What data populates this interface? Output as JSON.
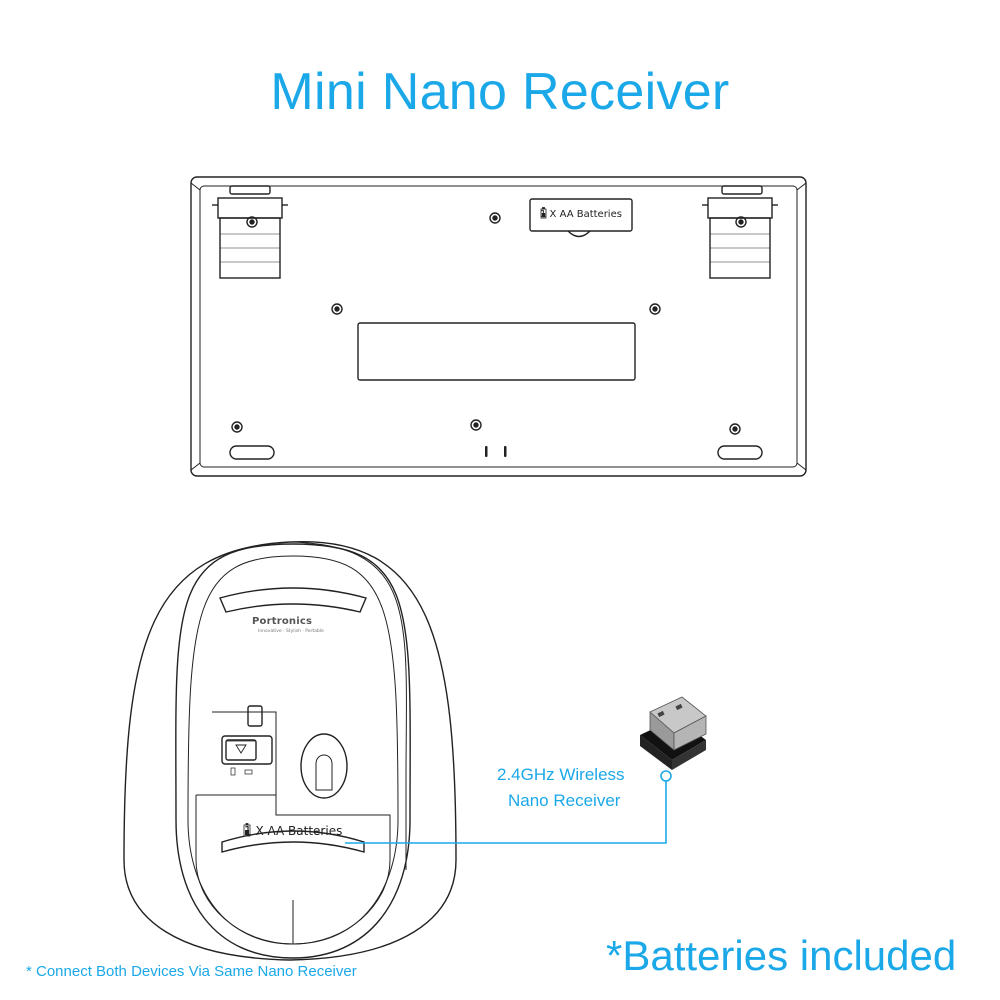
{
  "title": "Mini Nano Receiver",
  "keyboard": {
    "battery_label": "1 X AA Batteries",
    "battery_icon": "battery-icon"
  },
  "mouse": {
    "brand": "Portronics",
    "brand_tagline": "Innovative · Stylish · Portable",
    "battery_label": "1 X AA Batteries",
    "battery_icon": "battery-icon"
  },
  "receiver": {
    "label_line1": "2.4GHz Wireless",
    "label_line2": "Nano Receiver"
  },
  "footnote": "* Connect Both Devices Via Same Nano Receiver",
  "batteries_note": "*Batteries included",
  "colors": {
    "accent": "#1ba8e8",
    "line": "#222222"
  }
}
